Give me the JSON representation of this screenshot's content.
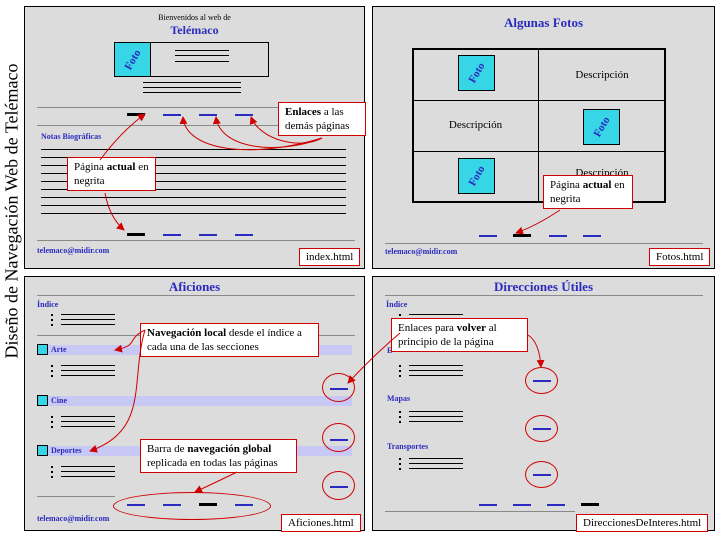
{
  "side_title": "Diseño de Navegación Web de Telémaco",
  "index": {
    "welcome": "Bienvenidos al web de",
    "site_name": "Telémaco",
    "foto": "Foto",
    "bio_heading": "Notas Biográficas",
    "email": "telemaco@midir.com",
    "file": "index.html",
    "callout_links_bold": "Enlaces",
    "callout_links_rest": " a las demás páginas",
    "callout_current_pre": "Página ",
    "callout_current_bold": "actual",
    "callout_current_post": " en negrita"
  },
  "fotos": {
    "title": "Algunas Fotos",
    "foto": "Foto",
    "desc": "Descripción",
    "callout_current_pre": "Página ",
    "callout_current_bold": "actual",
    "callout_current_post": " en negrita",
    "email": "telemaco@midir.com",
    "file": "Fotos.html"
  },
  "aficiones": {
    "title": "Aficiones",
    "indice": "Índice",
    "sections": [
      "Arte",
      "Cine",
      "Deportes"
    ],
    "callout_local_bold": "Navegación local",
    "callout_local_rest": " desde el índice a cada una de las secciones",
    "callout_global_pre": "Barra de ",
    "callout_global_bold": "navegación global",
    "callout_global_post": " replicada en todas las páginas",
    "email": "telemaco@midir.com",
    "file": "Aficiones.html"
  },
  "direcciones": {
    "title": "Direcciones Útiles",
    "indice": "Índice",
    "sections": [
      "Mapas",
      "Transportes"
    ],
    "callout_back_pre": "Enlaces para ",
    "callout_back_bold": "volver",
    "callout_back_post": " al principio de la página",
    "file": "DireccionesDeInteres.html"
  },
  "colors": {
    "accent": "#2b2bbf",
    "photo": "#36d6e6",
    "callout_border": "#d00000",
    "panel": "#dcdcdc"
  }
}
